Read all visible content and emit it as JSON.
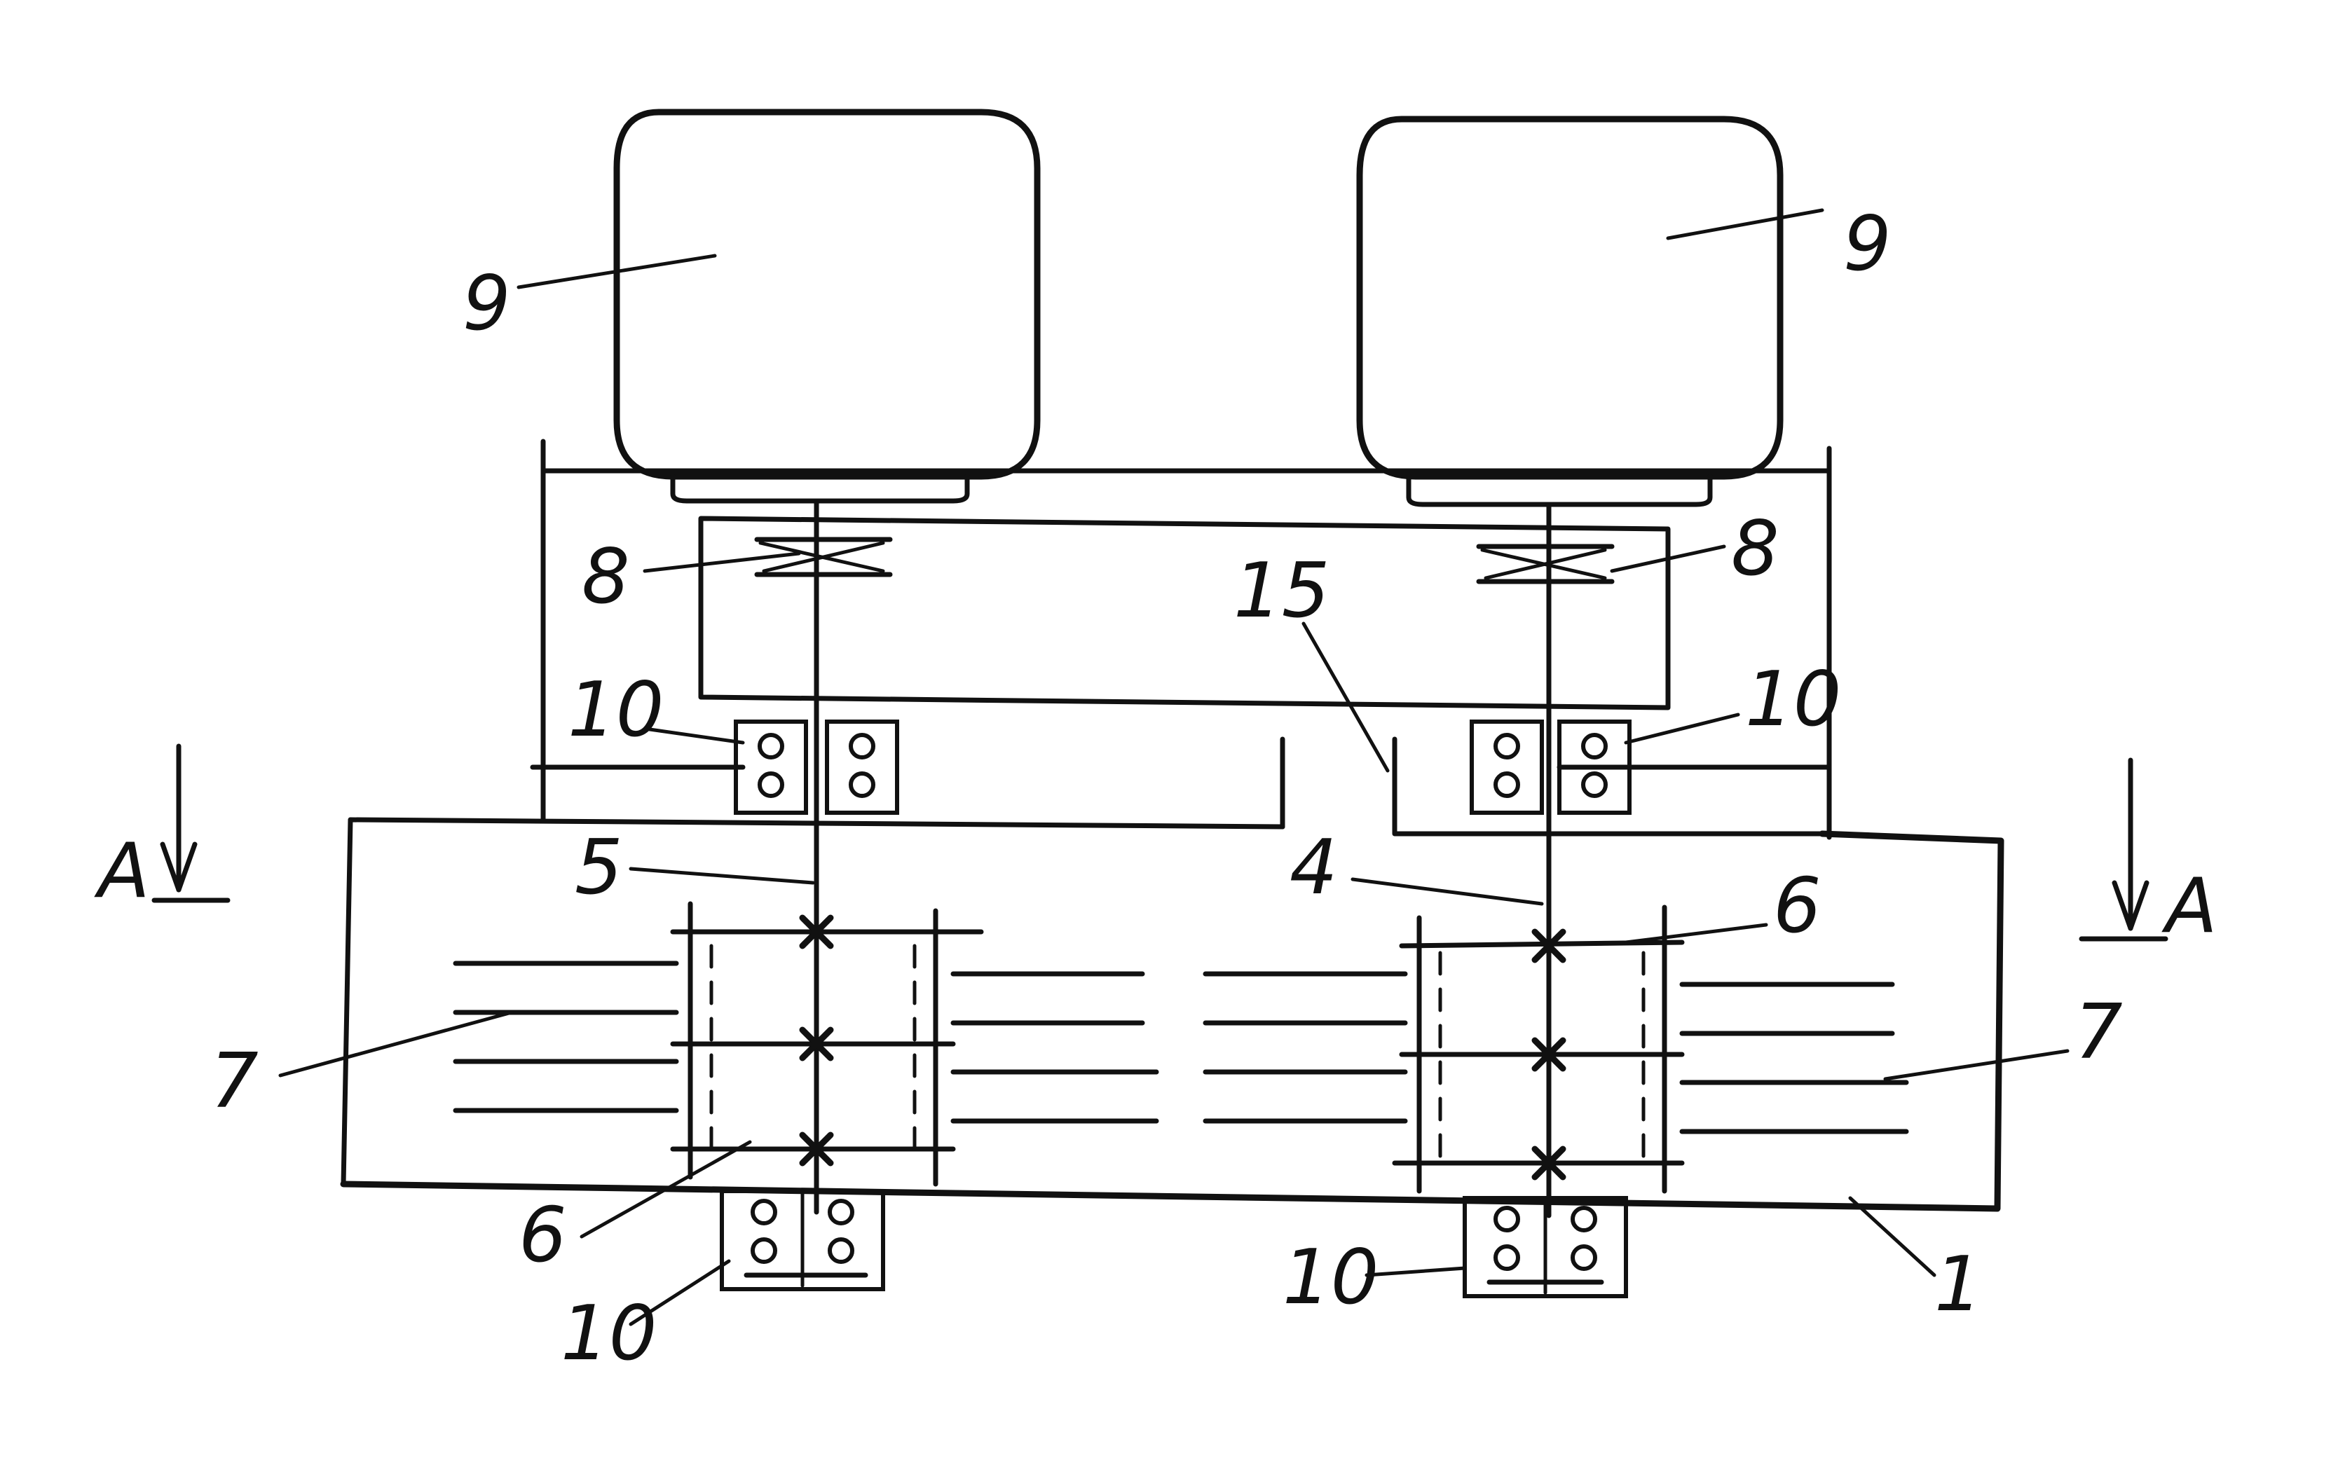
{
  "labels": {
    "motor_left": "9",
    "motor_right": "9",
    "coupling_left": "8",
    "coupling_right": "8",
    "partition": "15",
    "bearing_upper_left": "10",
    "bearing_upper_right": "10",
    "bearing_lower_left": "10",
    "bearing_lower_right": "10",
    "shaft_left": "5",
    "shaft_right": "4",
    "gear_right": "6",
    "gear_left": "6",
    "disks_left": "7",
    "disks_right": "7",
    "housing": "1",
    "section_left": "A",
    "section_right": "A"
  },
  "colors": {
    "ink": "#111111",
    "paper": "#ffffff"
  }
}
